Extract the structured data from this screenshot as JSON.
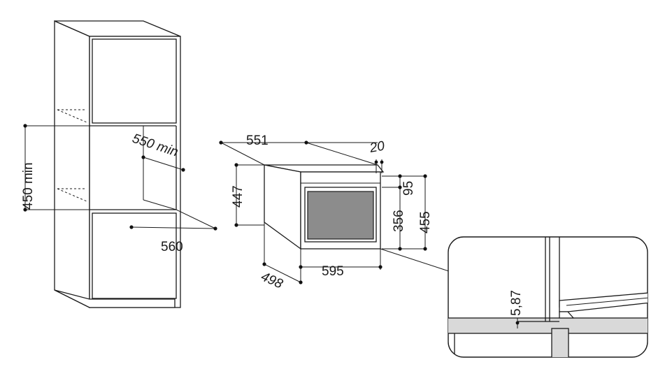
{
  "dimensions": {
    "niche_height": "450 min",
    "niche_depth": "550 min",
    "niche_width": "560",
    "oven_depth_top": "551",
    "front_offset": "20",
    "oven_height": "447",
    "top_offset": "95",
    "window_height": "356",
    "total_height": "455",
    "oven_width": "595",
    "oven_depth": "498",
    "detail_gap": "5,87"
  }
}
